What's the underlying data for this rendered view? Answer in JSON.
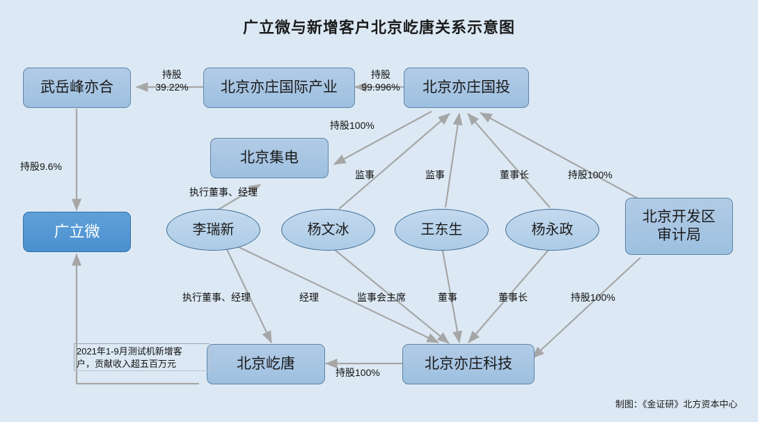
{
  "chart_data": {
    "type": "diagram",
    "title": "广立微与新增客户北京屹唐关系示意图",
    "nodes": [
      {
        "id": "wuyuefeng",
        "label": "武岳峰亦合",
        "shape": "rect"
      },
      {
        "id": "yizhuang_guoji_chanye",
        "label": "北京亦庄国际产业",
        "shape": "rect"
      },
      {
        "id": "yizhuang_guotou",
        "label": "北京亦庄国投",
        "shape": "rect"
      },
      {
        "id": "beijing_jidian",
        "label": "北京集电",
        "shape": "rect"
      },
      {
        "id": "guangliwei",
        "label": "广立微",
        "shape": "rect-accent"
      },
      {
        "id": "li_ruixin",
        "label": "李瑞新",
        "shape": "ellipse"
      },
      {
        "id": "yang_wenbing",
        "label": "杨文冰",
        "shape": "ellipse"
      },
      {
        "id": "wang_dongsheng",
        "label": "王东生",
        "shape": "ellipse"
      },
      {
        "id": "yang_yongzheng",
        "label": "杨永政",
        "shape": "ellipse"
      },
      {
        "id": "kaifaqu_shenjiju",
        "label": "北京开发区审计局",
        "shape": "rect",
        "line1": "北京开发区",
        "line2": "审计局"
      },
      {
        "id": "beijing_yitang",
        "label": "北京屹唐",
        "shape": "rect"
      },
      {
        "id": "yizhuang_keji",
        "label": "北京亦庄科技",
        "shape": "rect"
      }
    ],
    "edges": [
      {
        "from": "yizhuang_guoji_chanye",
        "to": "wuyuefeng",
        "label": "持股39.22%",
        "label_line1": "持股",
        "label_line2": "39.22%"
      },
      {
        "from": "yizhuang_guotou",
        "to": "yizhuang_guoji_chanye",
        "label": "持股99.996%",
        "label_line1": "持股",
        "label_line2": "99.996%"
      },
      {
        "from": "yizhuang_guotou",
        "to": "beijing_jidian",
        "label": "持股100%"
      },
      {
        "from": "wuyuefeng",
        "to": "guangliwei",
        "label": "持股9.6%"
      },
      {
        "from": "li_ruixin",
        "to": "beijing_jidian",
        "label": "执行董事、经理"
      },
      {
        "from": "yang_wenbing",
        "to": "yizhuang_guotou",
        "label": "监事"
      },
      {
        "from": "wang_dongsheng",
        "to": "yizhuang_guotou",
        "label": "监事"
      },
      {
        "from": "yang_yongzheng",
        "to": "yizhuang_guotou",
        "label": "董事长"
      },
      {
        "from": "kaifaqu_shenjiju",
        "to": "yizhuang_guotou",
        "label": "持股100%"
      },
      {
        "from": "li_ruixin",
        "to": "beijing_yitang",
        "label": "执行董事、经理"
      },
      {
        "from": "li_ruixin",
        "to": "yizhuang_keji",
        "label": "经理"
      },
      {
        "from": "yang_wenbing",
        "to": "yizhuang_keji",
        "label": "监事会主席"
      },
      {
        "from": "wang_dongsheng",
        "to": "yizhuang_keji",
        "label": "董事"
      },
      {
        "from": "yang_yongzheng",
        "to": "yizhuang_keji",
        "label": "董事长"
      },
      {
        "from": "kaifaqu_shenjiju",
        "to": "yizhuang_keji",
        "label": "持股100%"
      },
      {
        "from": "yizhuang_keji",
        "to": "beijing_yitang",
        "label": "持股100%"
      },
      {
        "from": "beijing_yitang",
        "to": "guangliwei",
        "label": "2021年1-9月测试机新增客户，贡献收入超五百万元"
      }
    ],
    "annotations": [
      {
        "id": "note",
        "text": "2021年1-9月测试机新增客户，贡献收入超五百万元"
      },
      {
        "id": "credit",
        "text": "制图：《金证研》北方资本中心"
      }
    ],
    "colors": {
      "background": "#dce9f4",
      "node_fill": "#aac9e6",
      "node_border": "#5d83a8",
      "accent_fill": "#4a90cf",
      "edge": "#a6a6a6",
      "text": "#1a1a1a"
    }
  },
  "title": "广立微与新增客户北京屹唐关系示意图",
  "nodes": {
    "wuyuefeng": "武岳峰亦合",
    "yizhuang_guoji_chanye": "北京亦庄国际产业",
    "yizhuang_guotou": "北京亦庄国投",
    "beijing_jidian": "北京集电",
    "guangliwei": "广立微",
    "li_ruixin": "李瑞新",
    "yang_wenbing": "杨文冰",
    "wang_dongsheng": "王东生",
    "yang_yongzheng": "杨永政",
    "kaifaqu_shenjiju_line1": "北京开发区",
    "kaifaqu_shenjiju_line2": "审计局",
    "beijing_yitang": "北京屹唐",
    "yizhuang_keji": "北京亦庄科技"
  },
  "labels": {
    "chigu_3922_l1": "持股",
    "chigu_3922_l2": "39.22%",
    "chigu_99996_l1": "持股",
    "chigu_99996_l2": "99.996%",
    "chigu_100_jidian": "持股100%",
    "chigu_96": "持股9.6%",
    "zhixing_dongshi_jingli_top": "执行董事、经理",
    "jianshi_1": "监事",
    "jianshi_2": "监事",
    "dongshizhang_top": "董事长",
    "chigu_100_guotou": "持股100%",
    "zhixing_dongshi_jingli_bottom": "执行董事、经理",
    "jingli": "经理",
    "jianshihui_zhuxi": "监事会主席",
    "dongshi": "董事",
    "dongshizhang_bottom": "董事长",
    "chigu_100_keji": "持股100%",
    "chigu_100_yitang": "持股100%"
  },
  "note": {
    "line1": "2021年1-9月测试机新增客",
    "line2": "户，贡献收入超五百万元"
  },
  "credit": "制图：《金证研》北方资本中心"
}
